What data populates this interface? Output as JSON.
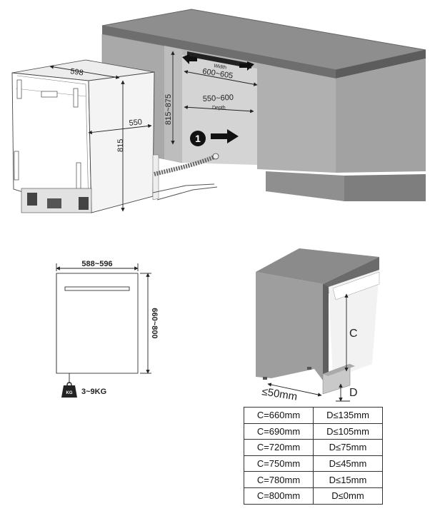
{
  "install": {
    "dim_width_top": "598",
    "dim_height": "815",
    "dim_depth": "550",
    "cabinet_width_title": "Width",
    "cabinet_width": "600~605",
    "cabinet_depth": "550~600",
    "cabinet_depth_title": "Depth",
    "cabinet_height": "815~875",
    "step_number": "1"
  },
  "door": {
    "width": "588~596",
    "height": "660~800",
    "weight": "3~9KG",
    "weight_icon_text": "KG"
  },
  "side": {
    "label_c": "C",
    "label_d": "D",
    "gap": "≤50mm"
  },
  "table": {
    "rows": [
      {
        "c": "C=660mm",
        "d": "D≤135mm"
      },
      {
        "c": "C=690mm",
        "d": "D≤105mm"
      },
      {
        "c": "C=720mm",
        "d": "D≤75mm"
      },
      {
        "c": "C=750mm",
        "d": "D≤45mm"
      },
      {
        "c": "C=780mm",
        "d": "D≤15mm"
      },
      {
        "c": "C=800mm",
        "d": "D≤0mm"
      }
    ]
  }
}
